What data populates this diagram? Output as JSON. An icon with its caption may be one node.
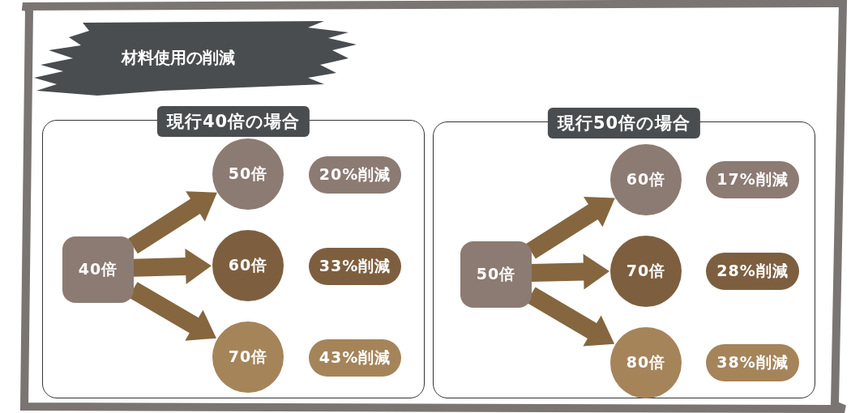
{
  "diagram": {
    "title": "材料使用の削減",
    "nodes": [
      {
        "text": [
          "現行40倍の場合"
        ]
      },
      {
        "text": [
          "40倍"
        ],
        "in": 0
      },
      {
        "text": [
          "50倍"
        ],
        "in": 0
      },
      {
        "text": [
          "60倍"
        ],
        "in": 0
      },
      {
        "text": [
          "70倍"
        ],
        "in": 0
      },
      {
        "text": [
          "20%削減"
        ],
        "in": 0
      },
      {
        "text": [
          "33%削減"
        ],
        "in": 0
      },
      {
        "text": [
          "43%削減"
        ],
        "in": 0
      },
      {
        "text": [
          "現行50倍の場合"
        ]
      },
      {
        "text": [
          "50倍"
        ],
        "in": 8
      },
      {
        "text": [
          "60倍"
        ],
        "in": 8
      },
      {
        "text": [
          "70倍"
        ],
        "in": 8
      },
      {
        "text": [
          "80倍"
        ],
        "in": 8
      },
      {
        "text": [
          "17%削減"
        ],
        "in": 8
      },
      {
        "text": [
          "28%削減"
        ],
        "in": 8
      },
      {
        "text": [
          "38%削減"
        ],
        "in": 8
      }
    ],
    "edges": [
      {
        "from": 1,
        "to": 2,
        "arrow": "to"
      },
      {
        "from": 1,
        "to": 3,
        "arrow": "to"
      },
      {
        "from": 1,
        "to": 4,
        "arrow": "to"
      },
      {
        "from": 9,
        "to": 10,
        "arrow": "to"
      },
      {
        "from": 9,
        "to": 11,
        "arrow": "to"
      },
      {
        "from": 9,
        "to": 12,
        "arrow": "to"
      }
    ]
  }
}
